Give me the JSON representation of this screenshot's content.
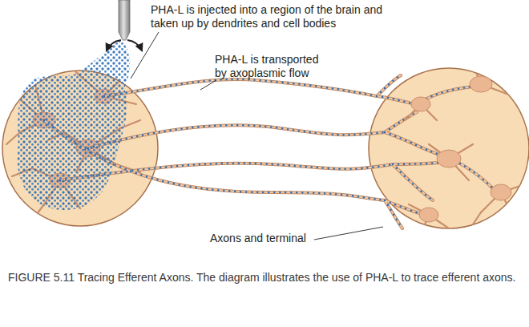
{
  "diagram": {
    "caption": "FIGURE 5.11 Tracing Efferent Axons. The diagram illustrates the use of PHA-L to trace efferent axons.",
    "labels": [
      "PHA-L is injected into a region of the brain and taken up by dendrites and cell bodies",
      "PHA-L is transported by axoplasmic flow",
      "Axons and terminal"
    ]
  }
}
